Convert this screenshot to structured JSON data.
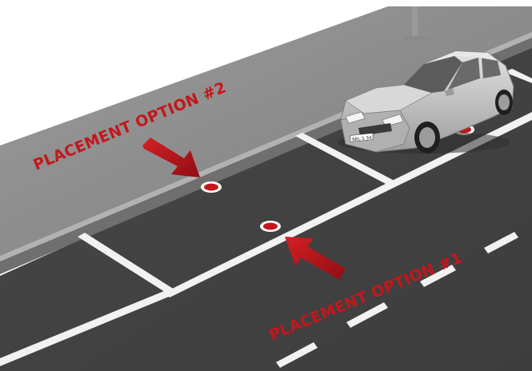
{
  "labels": {
    "option_2": "PLACEMENT OPTION #2",
    "option_1": "PLACEMENT OPTION #1"
  },
  "plate_text": "8BL 5 34",
  "colors": {
    "road": "#4a4a4a",
    "sidewalk": "#8e8e8e",
    "curb": "#a5a5a5",
    "marking": "#f2f2f2",
    "accent_red": "#c3171b",
    "car_body": "#bfbfbf"
  }
}
